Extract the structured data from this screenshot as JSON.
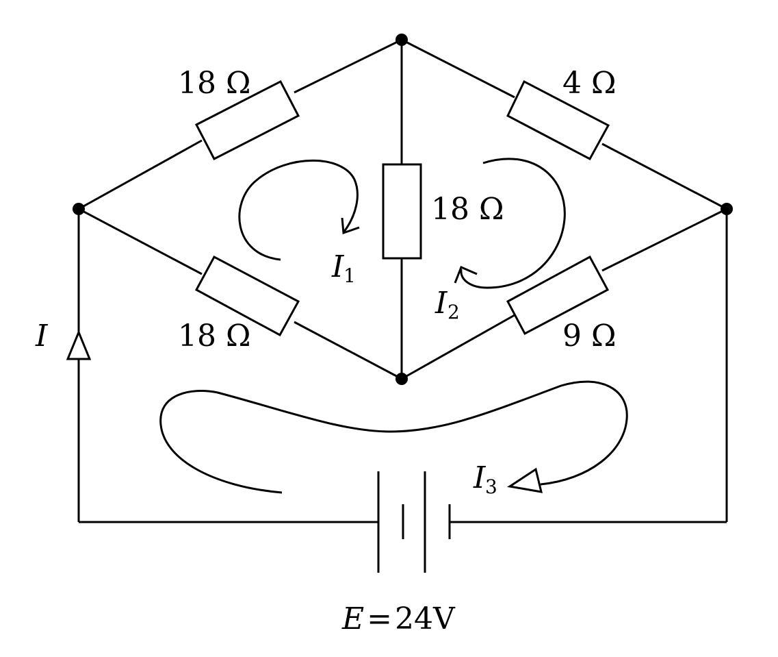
{
  "resistors": {
    "r_top_left": "18 Ω",
    "r_top_right": "4 Ω",
    "r_middle": "18 Ω",
    "r_bottom_left": "18 Ω",
    "r_bottom_right": "9 Ω"
  },
  "currents": {
    "total": {
      "symbol": "I",
      "subscript": ""
    },
    "loop1": {
      "symbol": "I",
      "subscript": "1"
    },
    "loop2": {
      "symbol": "I",
      "subscript": "2"
    },
    "loop3": {
      "symbol": "I",
      "subscript": "3"
    }
  },
  "source": {
    "symbol": "E",
    "equals": "=",
    "value": "24V"
  }
}
